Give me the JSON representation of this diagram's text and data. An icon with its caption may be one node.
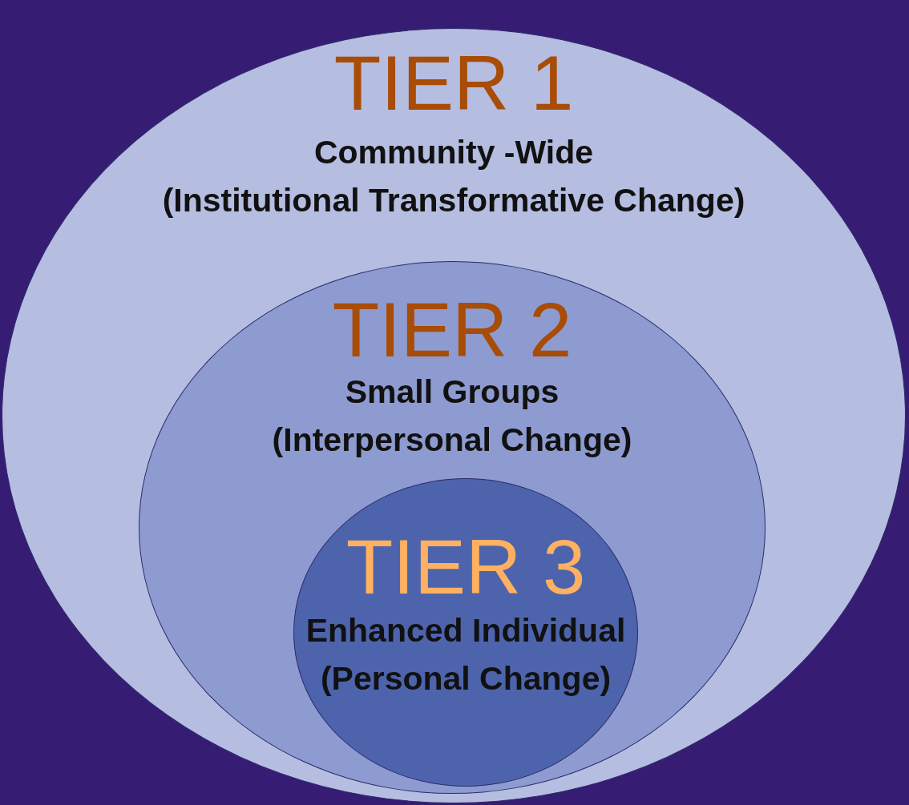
{
  "diagram": {
    "nodes": [
      {
        "text": [
          "TIER 1",
          "Community -Wide",
          "(Institutional Transformative Change)"
        ]
      },
      {
        "text": [
          "TIER 2",
          "Small Groups",
          "(Interpersonal Change)"
        ],
        "in": 0
      },
      {
        "text": [
          "TIER 3",
          "Enhanced Individual",
          "(Personal Change)"
        ],
        "in": 1
      }
    ]
  }
}
